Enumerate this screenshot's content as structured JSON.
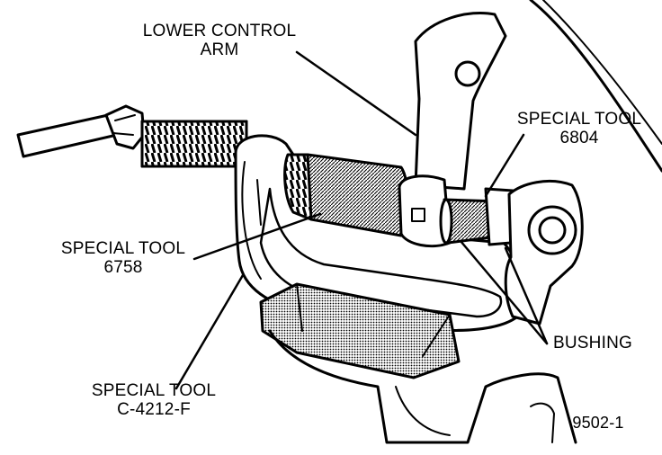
{
  "labels": {
    "lower_control_arm": {
      "line1": "LOWER CONTROL",
      "line2": "ARM"
    },
    "special_tool_6804": {
      "line1": "SPECIAL TOOL",
      "line2": "6804"
    },
    "special_tool_6758": {
      "line1": "SPECIAL TOOL",
      "line2": "6758"
    },
    "bushing": "BUSHING",
    "special_tool_c4212f": {
      "line1": "SPECIAL TOOL",
      "line2": "C-4212-F"
    },
    "figure_number": "9502-1"
  },
  "colors": {
    "ink": "#000000",
    "paper": "#ffffff",
    "shade": "#6e6e6e"
  }
}
